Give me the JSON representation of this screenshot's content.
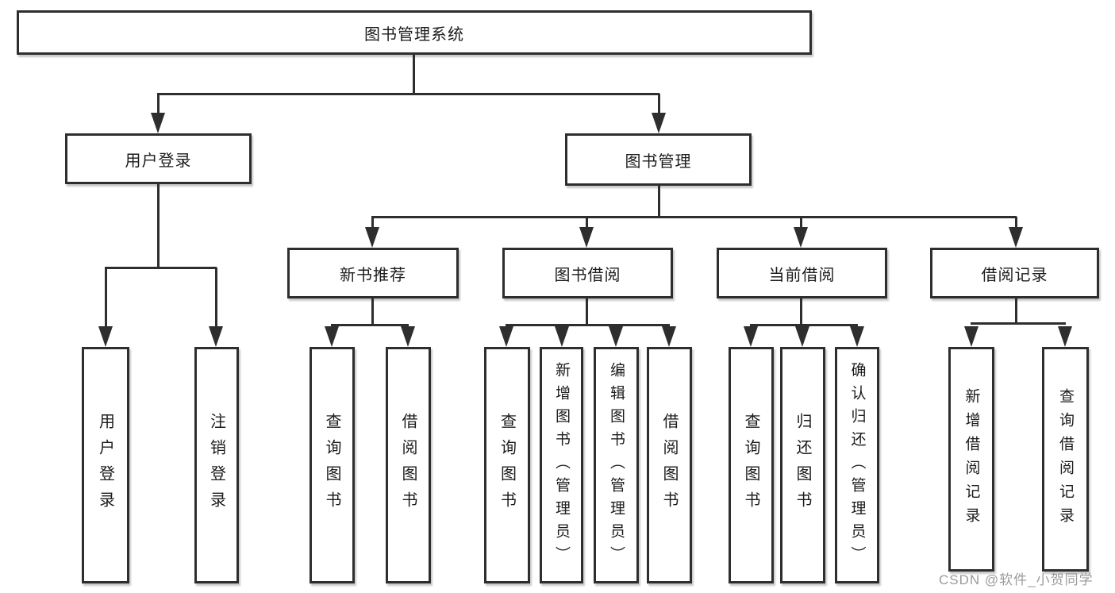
{
  "diagram": {
    "type": "tree",
    "title": "图书管理系统",
    "colors": {
      "line": "#2e2e2e",
      "text": "#1c1c1c",
      "background": "#ffffff",
      "watermark": "#9b9b9f"
    },
    "nodes": {
      "root": {
        "label": "图书管理系统"
      },
      "level2": [
        {
          "label": "用户登录"
        },
        {
          "label": "图书管理"
        }
      ],
      "level3": [
        {
          "label": "新书推荐",
          "parent": "图书管理"
        },
        {
          "label": "图书借阅",
          "parent": "图书管理"
        },
        {
          "label": "当前借阅",
          "parent": "图书管理"
        },
        {
          "label": "借阅记录",
          "parent": "图书管理"
        }
      ],
      "leaves": [
        {
          "label": "用户登录",
          "parent": "用户登录"
        },
        {
          "label": "注销登录",
          "parent": "用户登录"
        },
        {
          "label": "查询图书",
          "parent": "新书推荐"
        },
        {
          "label": "借阅图书",
          "parent": "新书推荐"
        },
        {
          "label": "查询图书",
          "parent": "图书借阅"
        },
        {
          "label": "新增图书（管理员）",
          "parent": "图书借阅"
        },
        {
          "label": "编辑图书（管理员）",
          "parent": "图书借阅"
        },
        {
          "label": "借阅图书",
          "parent": "图书借阅"
        },
        {
          "label": "查询图书",
          "parent": "当前借阅"
        },
        {
          "label": "归还图书",
          "parent": "当前借阅"
        },
        {
          "label": "确认归还（管理员）",
          "parent": "当前借阅"
        },
        {
          "label": "新增借阅记录",
          "parent": "借阅记录"
        },
        {
          "label": "查询借阅记录",
          "parent": "借阅记录"
        }
      ]
    }
  },
  "watermark": {
    "text": "CSDN @软件_小贺同学"
  }
}
